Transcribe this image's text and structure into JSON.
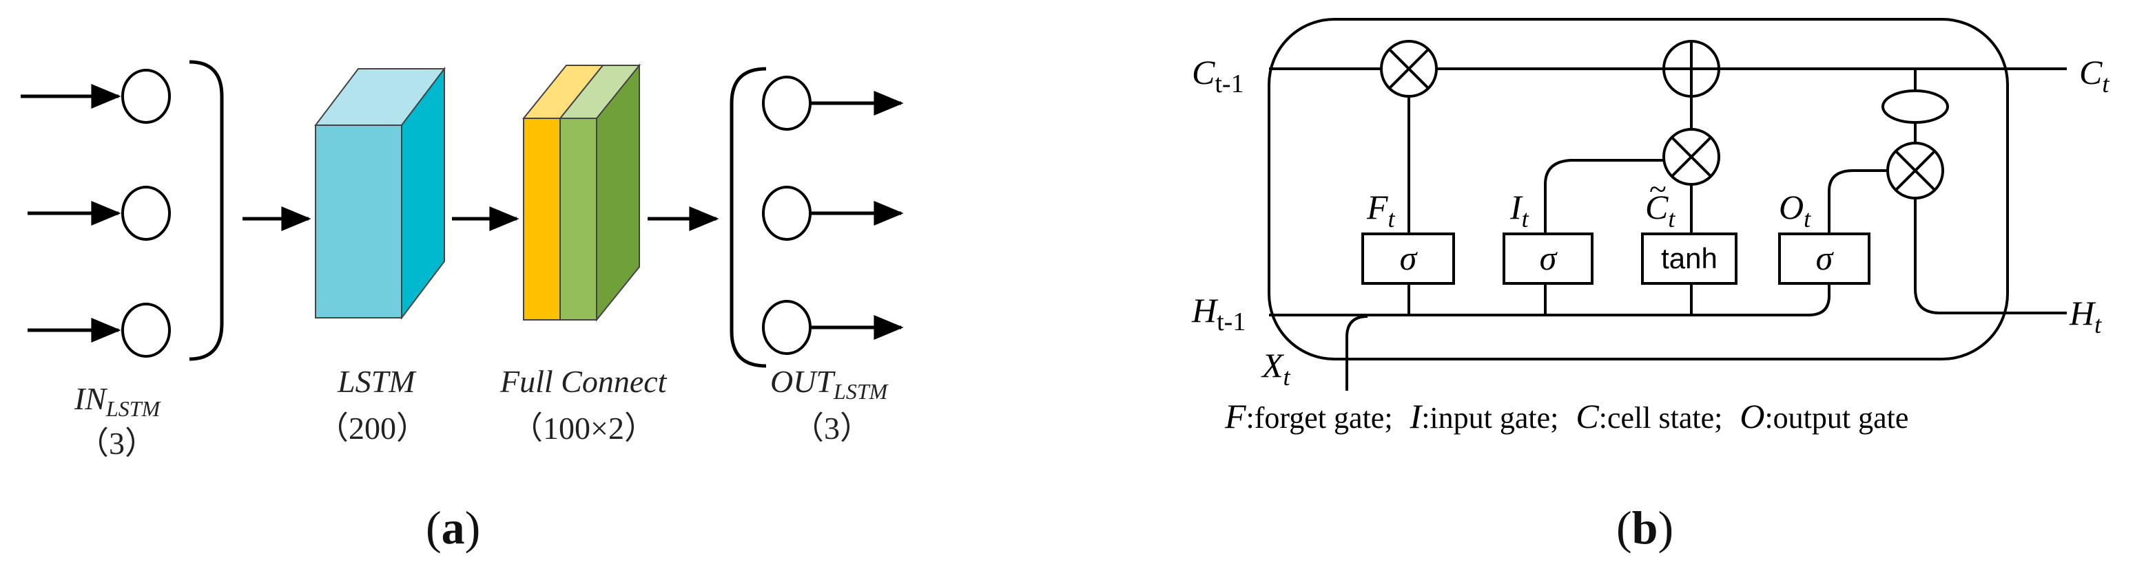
{
  "panel_a": {
    "caption_paren_open": "(",
    "caption_letter": "a",
    "caption_paren_close": ")",
    "input_label": "IN",
    "input_label_sub": "LSTM",
    "input_count": "（3）",
    "lstm_label": "LSTM",
    "lstm_count": "（200）",
    "fc_label": "Full Connect",
    "fc_count": "（100×2）",
    "output_label": "OUT",
    "output_label_sub": "LSTM",
    "output_count": "（3）",
    "colors": {
      "lstm_front": "#72cedd",
      "lstm_top": "#b3e3ec",
      "lstm_side": "#00b9cf",
      "fc_yellow": "#ffc000",
      "fc_yellow_top": "#ffe07a",
      "fc_green_light": "#92bf5a",
      "fc_green_light_top": "#c5dea6",
      "fc_green_dark": "#70a03a"
    }
  },
  "panel_b": {
    "caption_paren_open": "(",
    "caption_letter": "b",
    "caption_paren_close": ")",
    "c_prev": "C",
    "c_prev_sub": "t-1",
    "c_next": "C",
    "c_next_sub": "t",
    "h_prev": "H",
    "h_prev_sub": "t-1",
    "h_next": "H",
    "h_next_sub": "t",
    "x_in": "X",
    "x_in_sub": "t",
    "f_gate": "F",
    "f_gate_sub": "t",
    "i_gate": "I",
    "i_gate_sub": "t",
    "c_tilde": "C",
    "c_tilde_sub": "t",
    "c_tilde_mark": "~",
    "o_gate": "O",
    "o_gate_sub": "t",
    "sigma": "σ",
    "tanh": "tanh",
    "legend": [
      {
        "key": "F",
        "text": ":forget gate;"
      },
      {
        "key": "I",
        "text": ":input gate;"
      },
      {
        "key": "C",
        "text": ":cell state;"
      },
      {
        "key": "O",
        "text": ":output gate"
      }
    ]
  }
}
